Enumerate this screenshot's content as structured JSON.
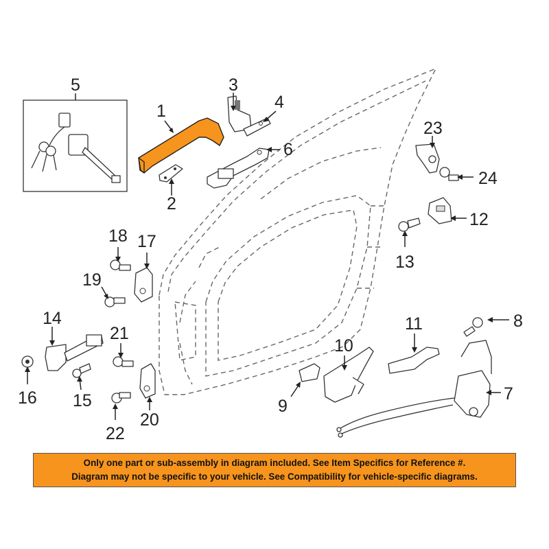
{
  "callouts": {
    "c1": "1",
    "c2": "2",
    "c3": "3",
    "c4": "4",
    "c5": "5",
    "c6": "6",
    "c7": "7",
    "c8": "8",
    "c9": "9",
    "c10": "10",
    "c11": "11",
    "c12": "12",
    "c13": "13",
    "c14": "14",
    "c15": "15",
    "c16": "16",
    "c17": "17",
    "c18": "18",
    "c19": "19",
    "c20": "20",
    "c21": "21",
    "c22": "22",
    "c23": "23",
    "c24": "24"
  },
  "highlight_part": "1",
  "colors": {
    "highlight": "#f7941d",
    "banner": "#f7941d",
    "line": "#333333",
    "door_outline": "#666666"
  },
  "disclaimer": {
    "line1": "Only one part or sub-assembly in diagram included. See Item Specifics for Reference #.",
    "line2": "Diagram may not be specific to your vehicle. See Compatibility for vehicle-specific diagrams."
  }
}
